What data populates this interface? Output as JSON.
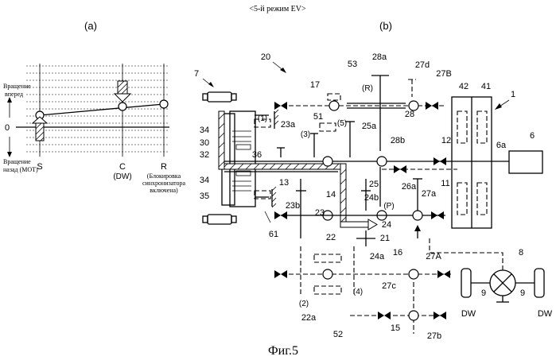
{
  "header": "<5-й режим EV>",
  "caption": "Фиг.5",
  "panel_a": {
    "label": "(a)",
    "y_up": [
      "Вращение",
      "вперед"
    ],
    "y_zero": "0",
    "y_down": [
      "Вращение",
      "назад (МОТ)"
    ],
    "axes": [
      {
        "name": "S"
      },
      {
        "name": "C",
        "sub": "(DW)"
      },
      {
        "name": "R",
        "sub": [
          "(Блокировка",
          "синхронизатора",
          "включена)"
        ]
      }
    ]
  },
  "panel_b": {
    "label": "(b)",
    "gear_markers": [
      "(R)",
      "(5)",
      "(1)",
      "(3)",
      "(P)",
      "(2)",
      "(4)"
    ],
    "refs": [
      "20",
      "7",
      "53",
      "28a",
      "27d",
      "27B",
      "17",
      "42",
      "41",
      "1",
      "51",
      "25a",
      "28",
      "34",
      "30",
      "32",
      "36",
      "23a",
      "28b",
      "12",
      "6a",
      "6",
      "11",
      "26a",
      "27a",
      "13",
      "14",
      "25",
      "24b",
      "23b",
      "23",
      "35",
      "61",
      "24",
      "21",
      "22",
      "24a",
      "16",
      "27A",
      "8",
      "9",
      "DW",
      "27c",
      "52",
      "22a",
      "15",
      "27b"
    ]
  }
}
